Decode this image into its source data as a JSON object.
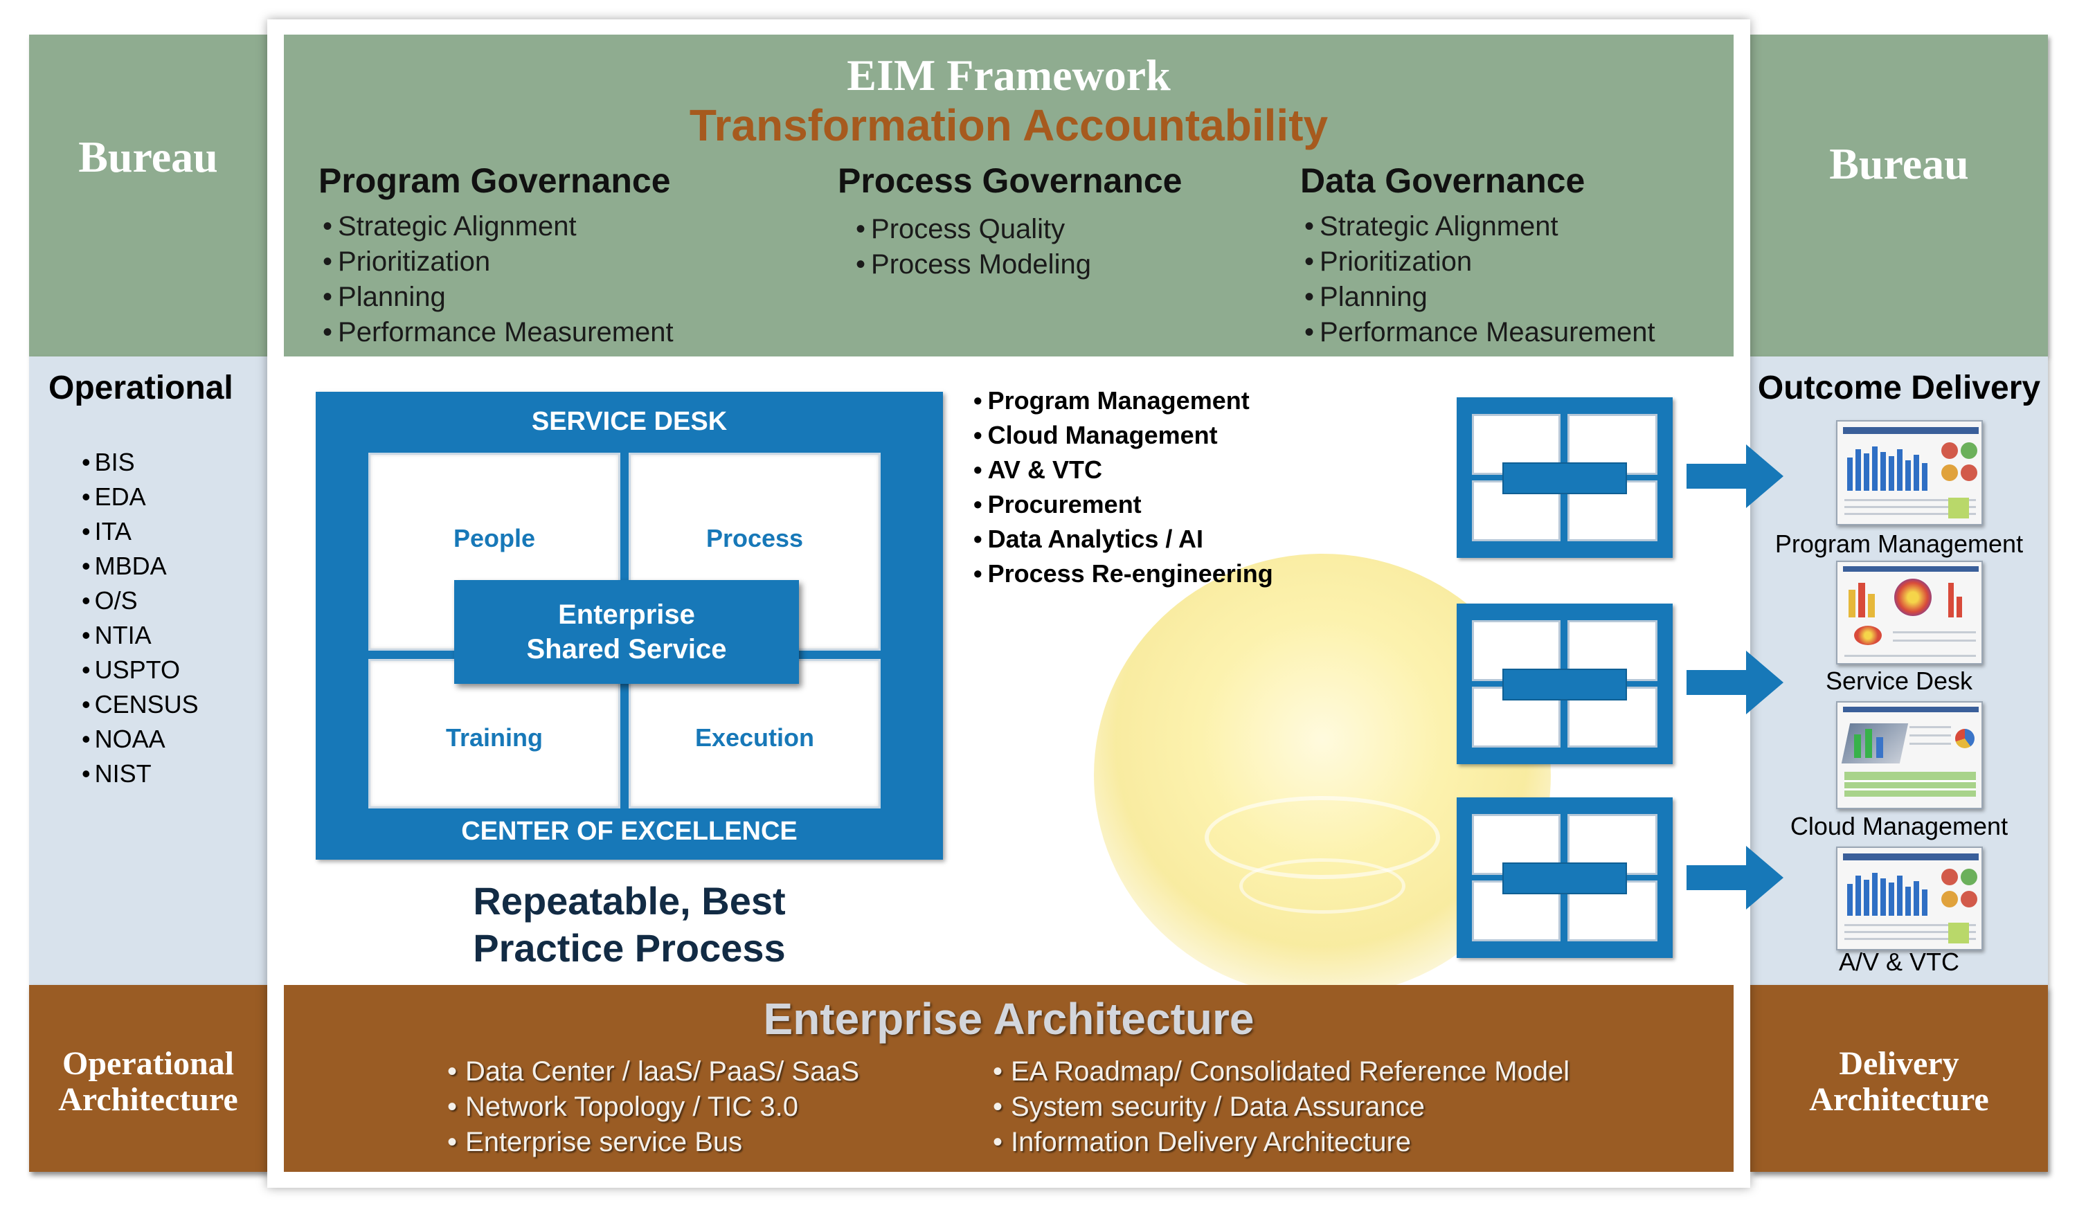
{
  "left": {
    "top_title": "Bureau",
    "middle_title": "Operational",
    "bureaus": [
      "BIS",
      "EDA",
      "ITA",
      "MBDA",
      "O/S",
      "NTIA",
      "USPTO",
      "CENSUS",
      "NOAA",
      "NIST"
    ],
    "bottom_title_line1": "Operational",
    "bottom_title_line2": "Architecture"
  },
  "right": {
    "top_title": "Bureau",
    "middle_title": "Outcome Delivery",
    "outcomes": [
      "Program Management",
      "Service Desk",
      "Cloud Management",
      "A/V & VTC"
    ],
    "bottom_title_line1": "Delivery",
    "bottom_title_line2": "Architecture"
  },
  "center": {
    "title": "EIM Framework",
    "subtitle": "Transformation Accountability",
    "governance": [
      {
        "heading": "Program Governance",
        "items": [
          "Strategic Alignment",
          "Prioritization",
          "Planning",
          "Performance Measurement"
        ]
      },
      {
        "heading": "Process Governance",
        "items": [
          "Process Quality",
          "Process Modeling"
        ]
      },
      {
        "heading": "Data Governance",
        "items": [
          "Strategic Alignment",
          "Prioritization",
          "Planning",
          "Performance Measurement"
        ]
      }
    ],
    "service_desk": {
      "top_label": "SERVICE DESK",
      "bottom_label": "CENTER OF EXCELLENCE",
      "quadrants": [
        "People",
        "Process",
        "Training",
        "Execution"
      ],
      "core_line1": "Enterprise",
      "core_line2": "Shared Service"
    },
    "repeatable_line1": "Repeatable, Best",
    "repeatable_line2": "Practice Process",
    "services": [
      "Program Management",
      "Cloud Management",
      "AV & VTC",
      "Procurement",
      "Data Analytics / AI",
      "Process Re-engineering"
    ],
    "ea_title": "Enterprise Architecture",
    "ea_left": [
      "Data Center / laaS/ PaaS/ SaaS",
      "Network Topology / TIC 3.0",
      "Enterprise service Bus"
    ],
    "ea_right": [
      "EA Roadmap/ Consolidated Reference Model",
      "System security / Data Assurance",
      "Information Delivery Architecture"
    ]
  },
  "colors": {
    "green": "#8fac90",
    "brown": "#9a5c24",
    "blue": "#1778b8",
    "accent_orange": "#a65a1e",
    "light_blue": "#d8e2ec"
  }
}
